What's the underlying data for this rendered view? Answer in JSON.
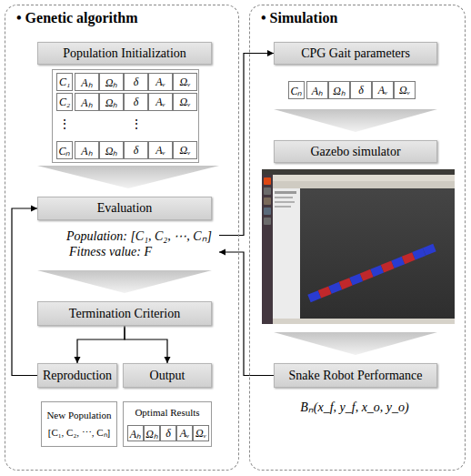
{
  "diagram": {
    "nodes": [
      {
        "text": [
          "• Genetic algorithm"
        ]
      },
      {
        "text": [
          "Population Initialization"
        ],
        "in": 0
      },
      {
        "text": [
          "C₁",
          "Aₕ",
          "Ωₕ",
          "δ",
          "Aᵥ",
          "Ωᵥ",
          "C₂",
          "Aₕ",
          "Ωₕ",
          "δ",
          "Aᵥ",
          "Ωᵥ",
          "⋮",
          "⋮",
          "Cₙ",
          "Aₕ",
          "Ωₕ",
          "δ",
          "Aᵥ",
          "Ωᵥ"
        ],
        "in": 0
      },
      {
        "text": [
          "Evaluation",
          "Population: [C₁, C₂, ⋯, Cₙ]",
          "Fitness value: F"
        ],
        "in": 0
      },
      {
        "text": [
          "Termination Criterion"
        ],
        "in": 0
      },
      {
        "text": [
          "Reproduction"
        ],
        "in": 0
      },
      {
        "text": [
          "Output"
        ],
        "in": 0
      },
      {
        "text": [
          "New Population",
          "[C₁, C₂, ⋯, Cₙ]"
        ],
        "in": 0
      },
      {
        "text": [
          "Optimal Results",
          "Aₕ",
          "Ωₕ",
          "δ",
          "Aᵥ",
          "Ωᵥ"
        ],
        "in": 0
      },
      {
        "text": [
          "• Simulation"
        ]
      },
      {
        "text": [
          "CPG Gait parameters"
        ],
        "in": 9
      },
      {
        "text": [
          "Cₙ",
          "Aₕ",
          "Ωₕ",
          "δ",
          "Aᵥ",
          "Ωᵥ"
        ],
        "in": 9
      },
      {
        "text": [
          "Gazebo simulator"
        ],
        "in": 9
      },
      {
        "text": [
          "Snake Robot Performance"
        ],
        "in": 9
      }
    ],
    "edges": [
      {
        "from": 1,
        "to": 3,
        "arrow": "to"
      },
      {
        "from": 3,
        "to": 4,
        "arrow": "to"
      },
      {
        "from": 4,
        "to": 5,
        "arrow": "to"
      },
      {
        "from": 4,
        "to": 6,
        "arrow": "to"
      },
      {
        "from": 5,
        "to": 3,
        "arrow": "to"
      },
      {
        "from": 3,
        "to": 10,
        "arrow": "to"
      },
      {
        "from": 13,
        "to": 3,
        "arrow": "to"
      },
      {
        "from": 10,
        "to": 12,
        "arrow": "to"
      },
      {
        "from": 12,
        "to": 13,
        "arrow": "to"
      }
    ],
    "labels": [
      "Bₙ(x_f, y_f, x_o, y_o)"
    ]
  }
}
